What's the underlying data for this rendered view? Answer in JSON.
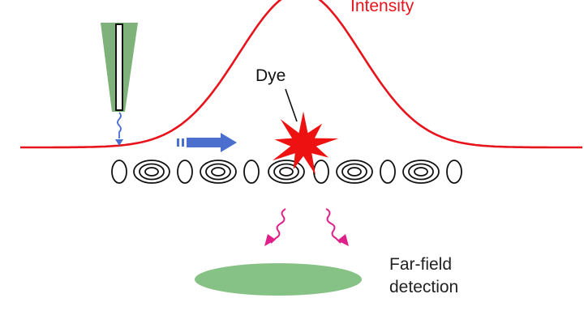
{
  "labels": {
    "intensity": "Intensity",
    "dye": "Dye",
    "far_field_line1": "Far-field",
    "far_field_line2": "detection"
  },
  "colors": {
    "intensity_curve": "#e8141c",
    "dye_star": "#ee1111",
    "probe_fill": "#7fb27a",
    "arrow_blue": "#4a6fcf",
    "emission_pink": "#e0208a",
    "detector_fill": "#86c186",
    "outline": "#111111"
  },
  "icons": {
    "probe": "near-field-probe-icon",
    "arrow": "arrow-right-icon",
    "dye": "star-burst-icon"
  }
}
